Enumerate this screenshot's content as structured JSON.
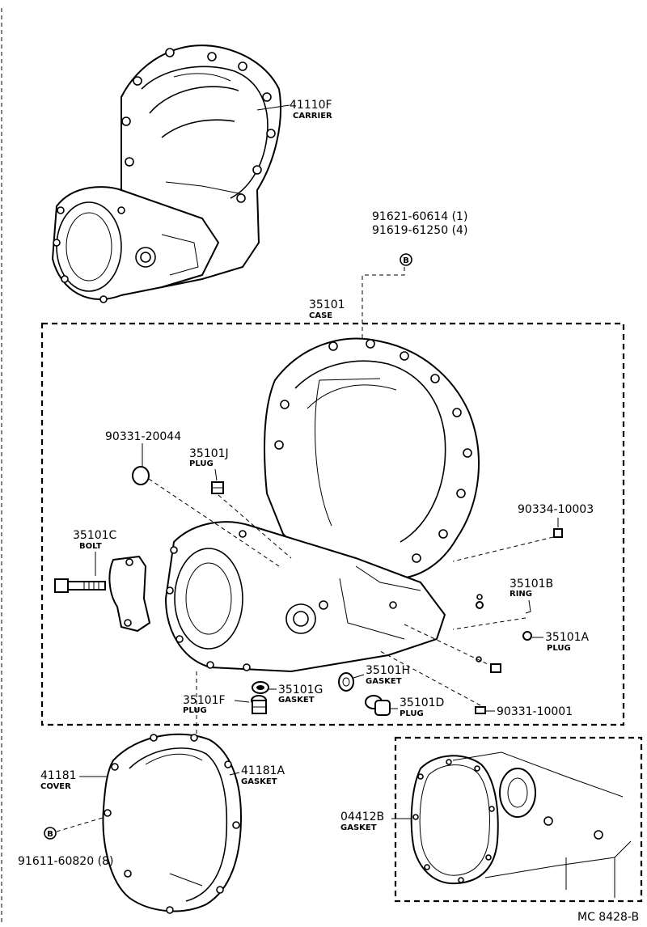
{
  "diagram": {
    "carrier": {
      "part_no": "41110F",
      "name": "CARRIER"
    },
    "carrier_bolts": {
      "line1": "91621-60614 (1)",
      "line2": "91619-61250 (4)",
      "marker": "B"
    },
    "case": {
      "part_no": "35101",
      "name": "CASE"
    },
    "plug_seal": {
      "part_no": "90331-20044"
    },
    "plug_j": {
      "part_no": "35101J",
      "name": "PLUG"
    },
    "bolt_c": {
      "part_no": "35101C",
      "name": "BOLT"
    },
    "nut_90334": {
      "part_no": "90334-10003"
    },
    "ring_b": {
      "part_no": "35101B",
      "name": "RING"
    },
    "plug_a": {
      "part_no": "35101A",
      "name": "PLUG"
    },
    "gasket_h": {
      "part_no": "35101H",
      "name": "GASKET"
    },
    "gasket_g": {
      "part_no": "35101G",
      "name": "GASKET"
    },
    "plug_f": {
      "part_no": "35101F",
      "name": "PLUG"
    },
    "plug_d": {
      "part_no": "35101D",
      "name": "PLUG"
    },
    "plug_90331": {
      "part_no": "90331-10001"
    },
    "cover": {
      "part_no": "41181",
      "name": "COVER"
    },
    "gasket_a": {
      "part_no": "41181A",
      "name": "GASKET"
    },
    "cover_bolt": {
      "part_no": "91611-60820 (8)",
      "marker": "B"
    },
    "gasket_kit": {
      "part_no": "04412B",
      "name": "GASKET"
    },
    "drawing_code": "MC  8428-B"
  }
}
